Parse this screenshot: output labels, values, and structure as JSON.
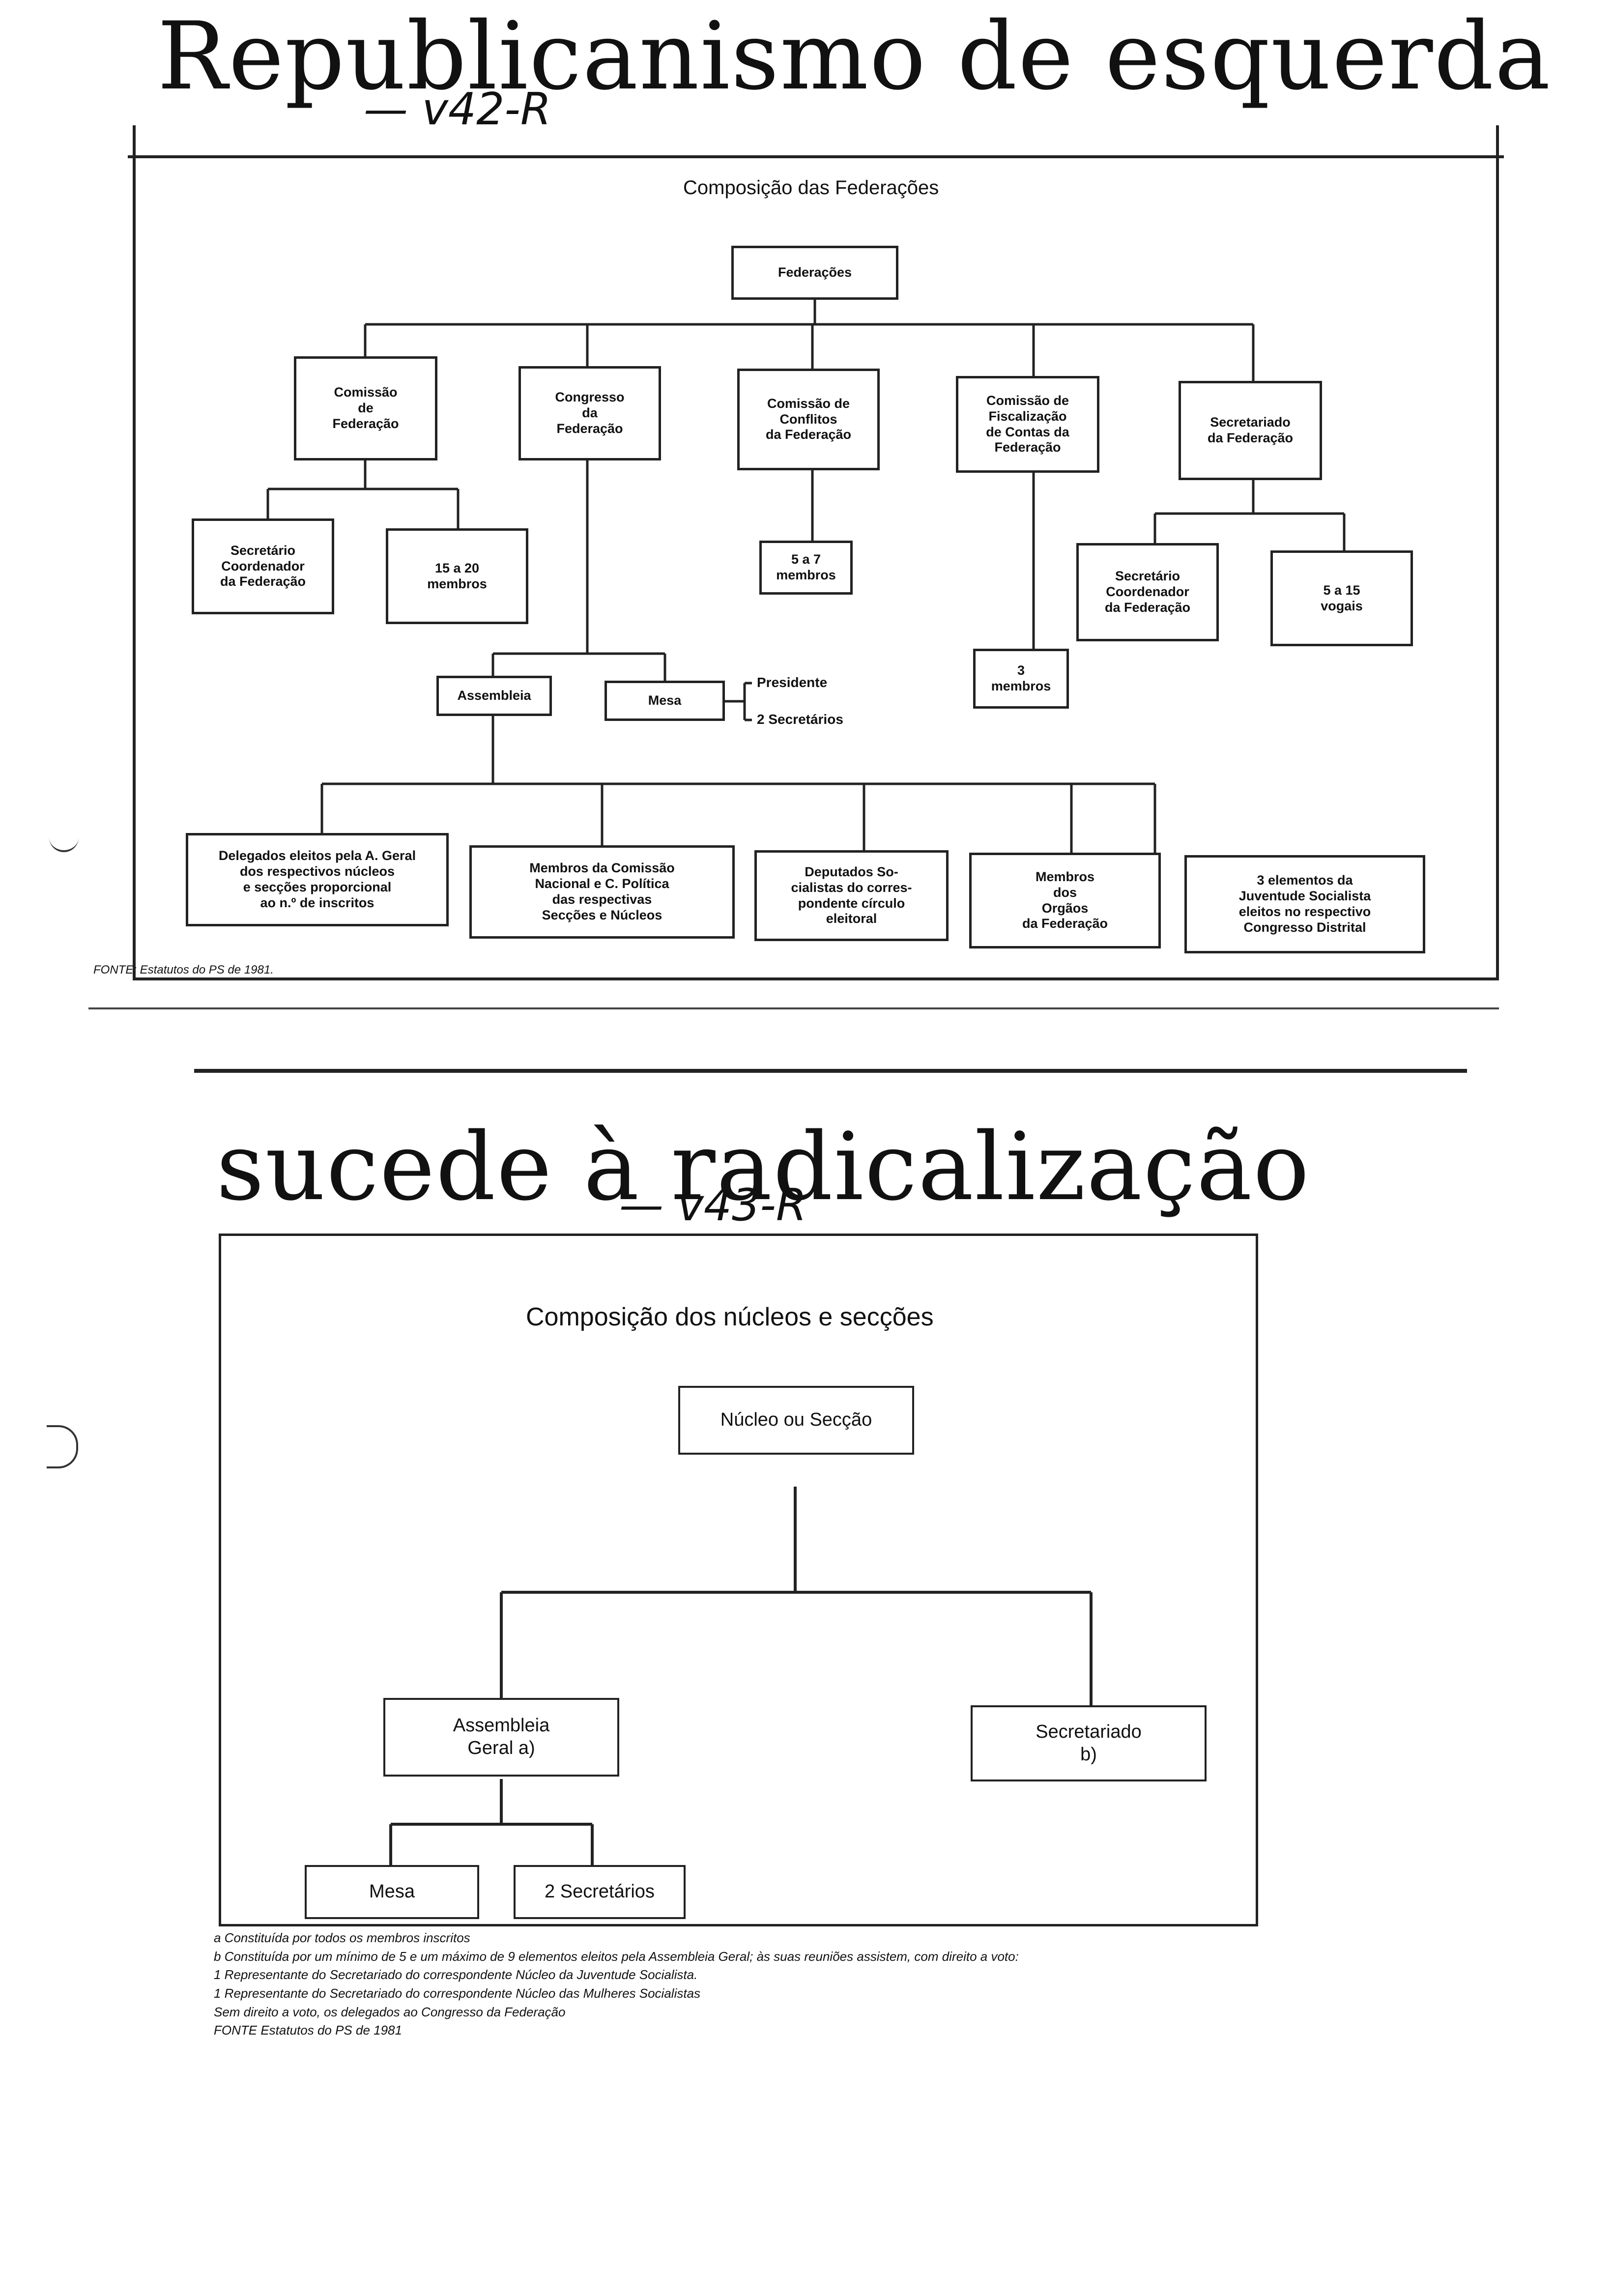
{
  "headline_top": "Republicanismo de esquerda",
  "handnote_top": "— v42-R",
  "chart_federacoes": {
    "title": "Composição das Federações",
    "root": "Federações",
    "level1": [
      "Comissão\nde\nFederação",
      "Congresso\nda\nFederação",
      "Comissão de\nConflitos\nda Federação",
      "Comissão de\nFiscalização\nde Contas da\nFederação",
      "Secretariado\nda Federação"
    ],
    "comissao_children": [
      "Secretário\nCoordenador\nda Federação",
      "15 a 20\nmembros"
    ],
    "conflitos_children": [
      "5 a 7\nmembros"
    ],
    "fiscalizacao_children": [
      "3\nmembros"
    ],
    "secretariado_children": [
      "Secretário\nCoordenador\nda Federação",
      "5 a 15\nvogais"
    ],
    "congresso_children": [
      "Assembleia",
      "Mesa"
    ],
    "mesa_children": [
      "Presidente",
      "2 Secretários"
    ],
    "assembleia_children": [
      "Delegados eleitos pela A. Geral\ndos respectivos núcleos\ne secções proporcional\nao n.º de inscritos",
      "Membros da Comissão\nNacional e C. Política\ndas respectivas\nSecções e Núcleos",
      "Deputados So-\ncialistas do corres-\npondente círculo\neleitoral",
      "Membros\ndos\nOrgãos\nda Federação",
      "3 elementos da\nJuventude Socialista\neleitos no respectivo\nCongresso Distrital"
    ],
    "source": "FONTE: Estatutos do PS de 1981."
  },
  "headline_bottom": "sucede à radicalização",
  "handnote_bottom": "— v43-R",
  "chart_nucleos": {
    "title": "Composição dos núcleos e secções",
    "root": "Núcleo ou Secção",
    "children": [
      "Assembleia\nGeral a)",
      "Secretariado\nb)"
    ],
    "assembleia_children": [
      "Mesa",
      "2 Secretários"
    ]
  },
  "footnotes": [
    "a  Constituída por todos os membros inscritos",
    "b  Constituída por um mínimo de 5 e um máximo de 9 elementos eleitos pela Assembleia Geral; às suas reuniões assistem, com direito a voto:",
    "    1 Representante do Secretariado do correspondente Núcleo da Juventude Socialista.",
    "    1 Representante do Secretariado do correspondente Núcleo das Mulheres Socialistas",
    "    Sem direito a voto, os delegados ao Congresso da Federação",
    "    FONTE  Estatutos do PS de 1981"
  ]
}
